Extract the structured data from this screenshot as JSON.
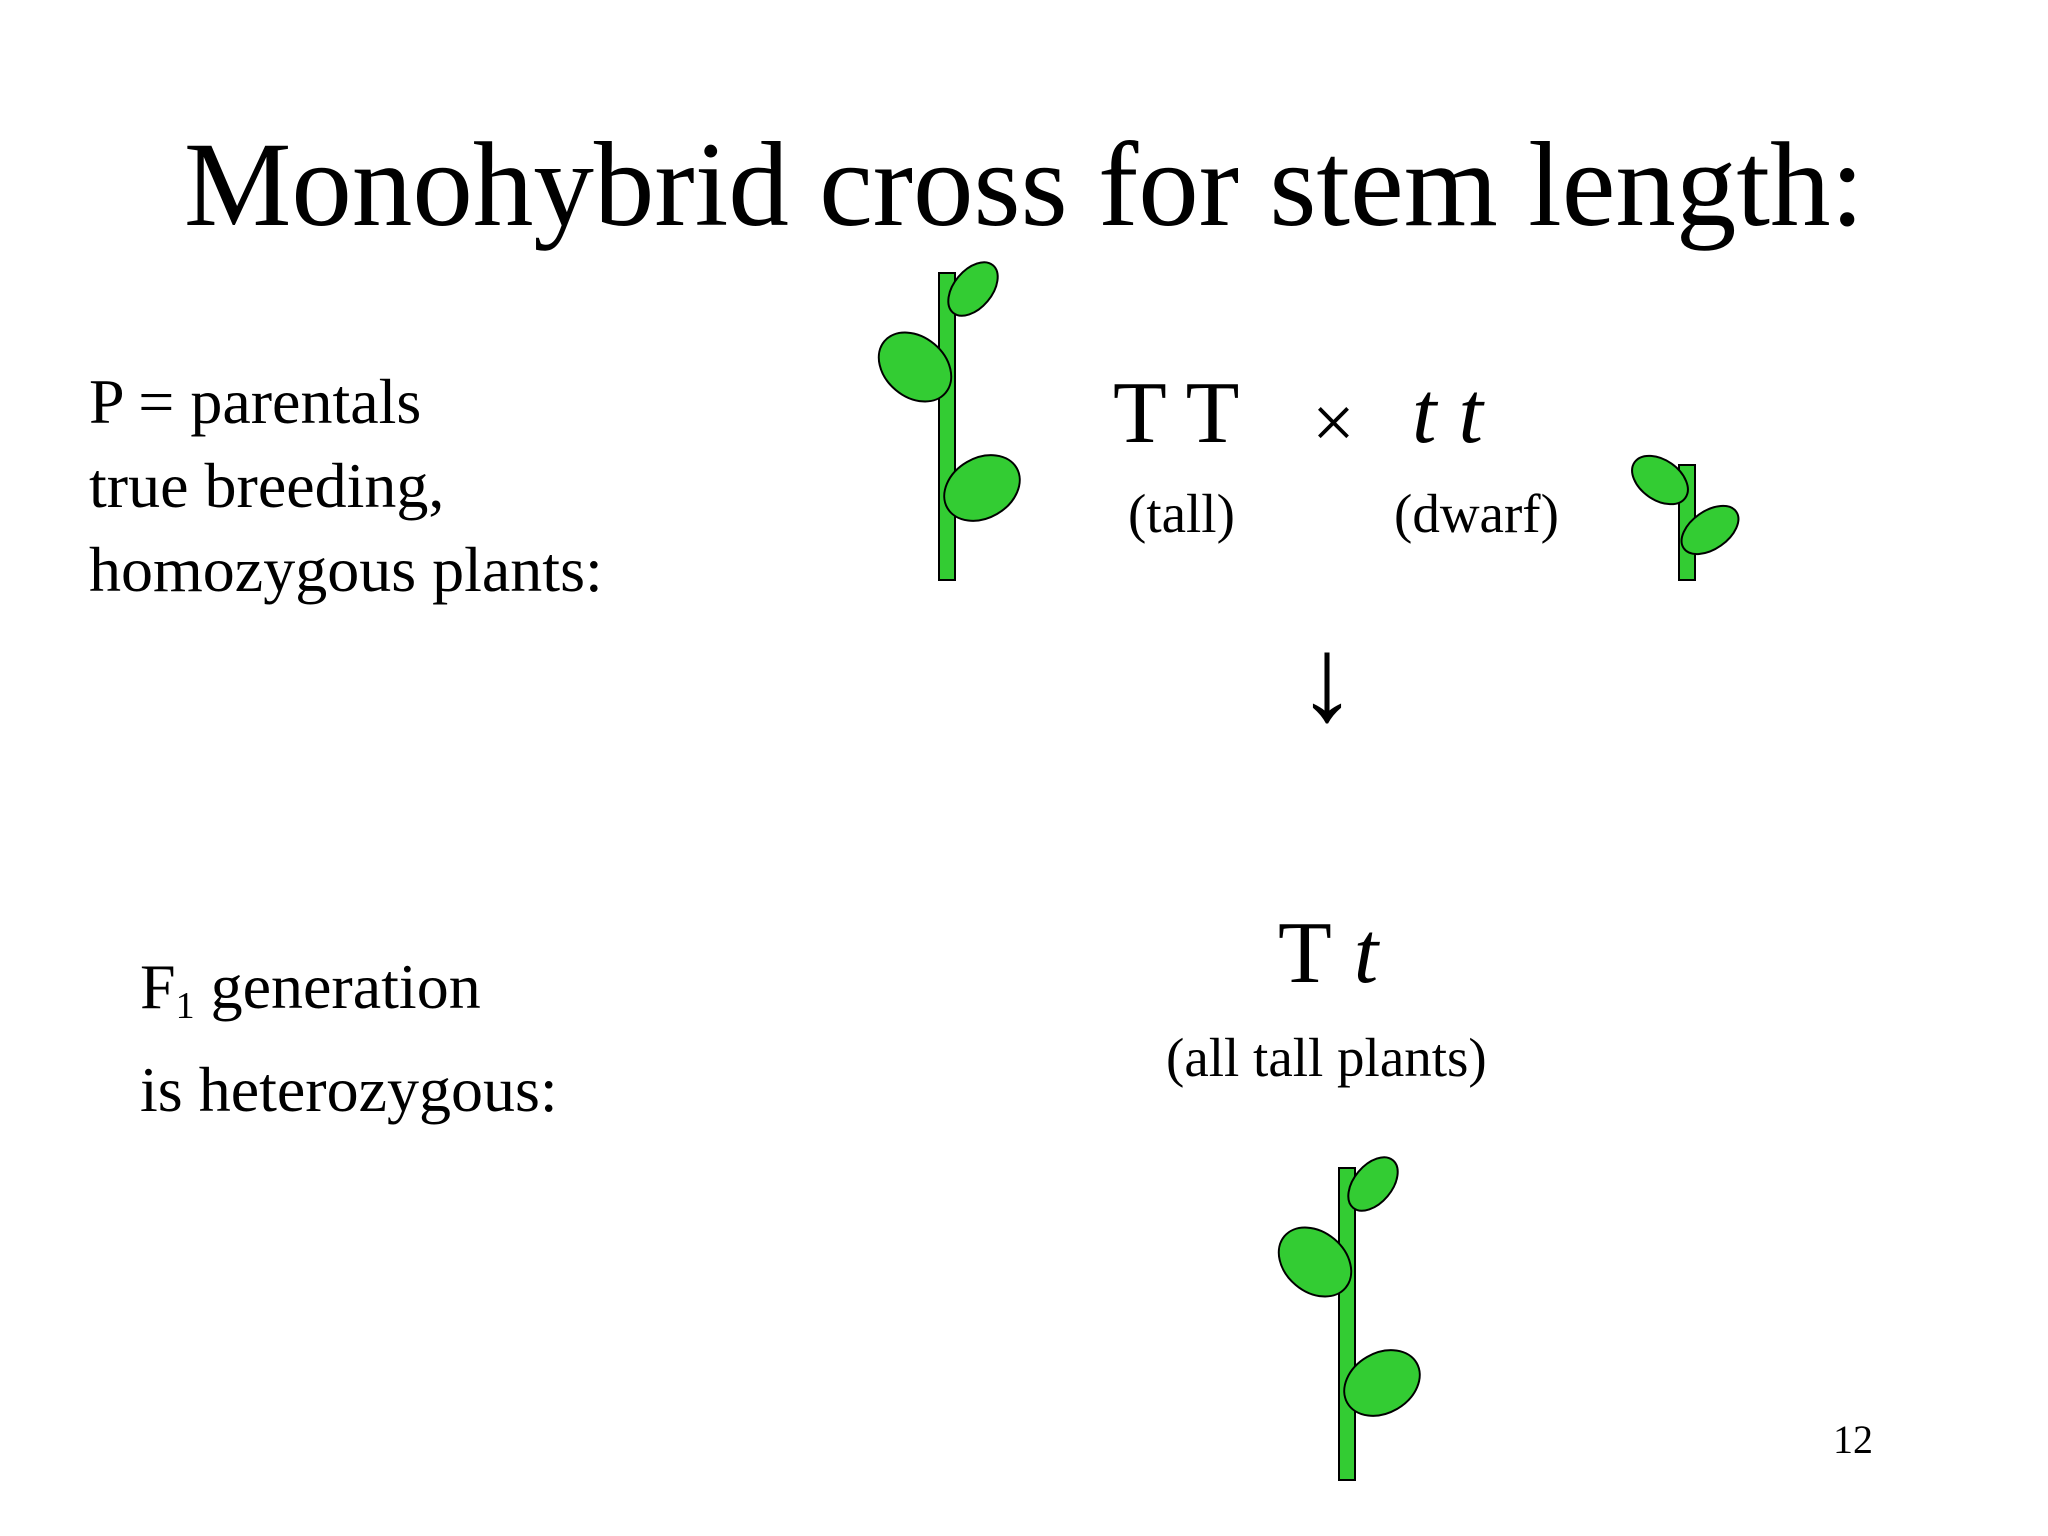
{
  "slide": {
    "title": "Monohybrid cross for stem length:",
    "parental_block": {
      "lines": [
        "P = parentals",
        "true breeding,",
        "homozygous plants:"
      ]
    },
    "f1_block": {
      "line1_prefix": "F",
      "line1_sub": "1",
      "line1_suffix": " generation",
      "line2": "is heterozygous:"
    },
    "cross": {
      "tall_genotype": "T T",
      "tall_label": "(tall)",
      "symbol": "×",
      "dwarf_genotype": "t t",
      "dwarf_label": "(dwarf)",
      "arrow": "↓",
      "offspring_dominant": "T",
      "offspring_recessive": "t",
      "offspring_label": "(all tall plants)"
    },
    "page_number": "12",
    "colors": {
      "plant_fill": "#33cc33",
      "plant_outline": "#000000"
    }
  }
}
